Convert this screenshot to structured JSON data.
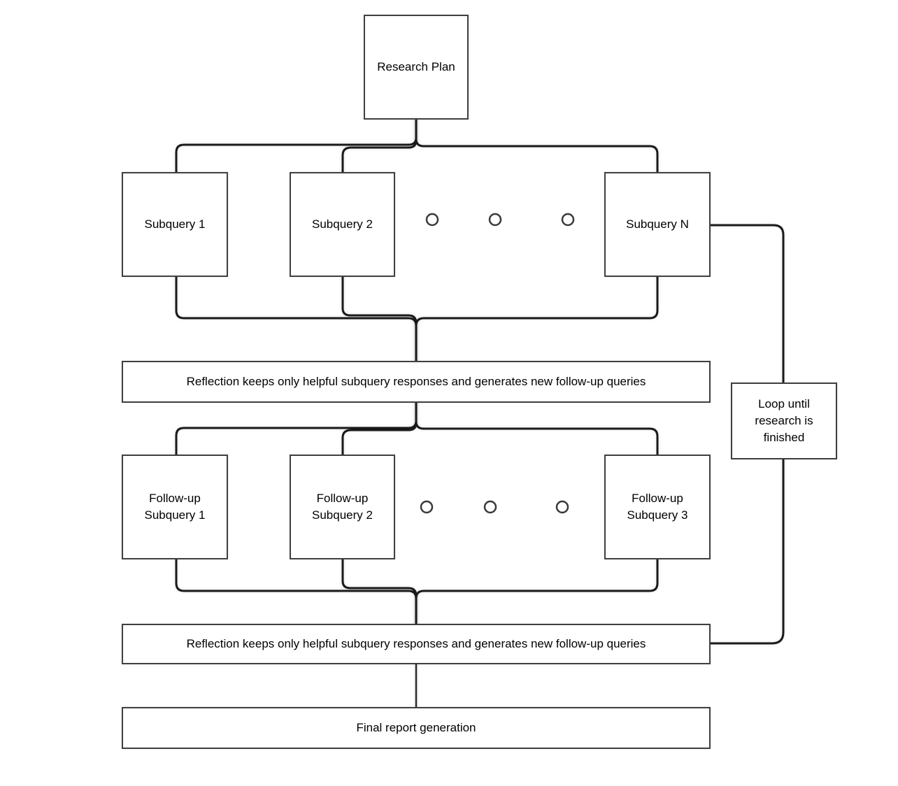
{
  "diagram": {
    "type": "flowchart",
    "nodes": {
      "research_plan": {
        "label": "Research Plan"
      },
      "subquery_1": {
        "label": "Subquery 1"
      },
      "subquery_2": {
        "label": "Subquery 2"
      },
      "subquery_n": {
        "label": "Subquery N"
      },
      "reflection_1": {
        "label": "Reflection keeps only helpful subquery responses and generates new follow-up queries"
      },
      "loop": {
        "label": "Loop until research is finished"
      },
      "followup_1": {
        "label": "Follow-up Subquery 1"
      },
      "followup_2": {
        "label": "Follow-up Subquery 2"
      },
      "followup_3": {
        "label": "Follow-up Subquery 3"
      },
      "reflection_2": {
        "label": "Reflection keeps only helpful subquery responses and generates new follow-up queries"
      },
      "final_report": {
        "label": "Final report generation"
      }
    },
    "edges": [
      {
        "from": "research_plan",
        "to": "subquery_1"
      },
      {
        "from": "research_plan",
        "to": "subquery_2"
      },
      {
        "from": "research_plan",
        "to": "subquery_n"
      },
      {
        "from": "subquery_1",
        "to": "reflection_1"
      },
      {
        "from": "subquery_2",
        "to": "reflection_1"
      },
      {
        "from": "subquery_n",
        "to": "reflection_1"
      },
      {
        "from": "reflection_1",
        "to": "followup_1"
      },
      {
        "from": "reflection_1",
        "to": "followup_2"
      },
      {
        "from": "reflection_1",
        "to": "followup_3"
      },
      {
        "from": "followup_1",
        "to": "reflection_2"
      },
      {
        "from": "followup_2",
        "to": "reflection_2"
      },
      {
        "from": "followup_3",
        "to": "reflection_2"
      },
      {
        "from": "reflection_2",
        "to": "final_report"
      },
      {
        "from": "subquery_n",
        "to": "reflection_2",
        "via": "loop"
      }
    ],
    "ellipsis_rows": [
      {
        "between": [
          "subquery_2",
          "subquery_n"
        ],
        "dot_count": 3
      },
      {
        "between": [
          "followup_2",
          "followup_3"
        ],
        "dot_count": 3
      }
    ],
    "colors": {
      "background": "#ffffff",
      "box_fill": "#ffffff",
      "box_border": "#404040",
      "line": "#1a1a1a",
      "text": "#000000"
    }
  }
}
